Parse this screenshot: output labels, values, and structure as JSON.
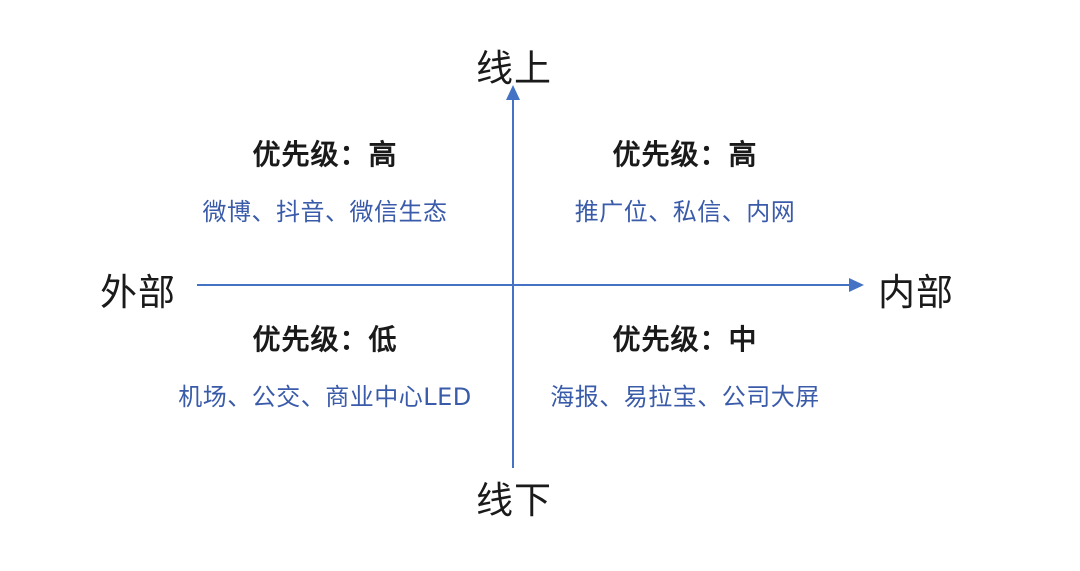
{
  "diagram": {
    "axes": {
      "top": "线上",
      "bottom": "线下",
      "left": "外部",
      "right": "内部"
    },
    "quadrants": {
      "top_left": {
        "priority": "优先级：高",
        "examples": "微博、抖音、微信生态"
      },
      "top_right": {
        "priority": "优先级：高",
        "examples": "推广位、私信、内网"
      },
      "bottom_left": {
        "priority": "优先级：低",
        "examples": "机场、公交、商业中心LED"
      },
      "bottom_right": {
        "priority": "优先级：中",
        "examples": "海报、易拉宝、公司大屏"
      }
    },
    "colors": {
      "axis_line": "#4472C4",
      "example_text": "#3A5BA9",
      "label_text": "#1A1A1A"
    }
  }
}
